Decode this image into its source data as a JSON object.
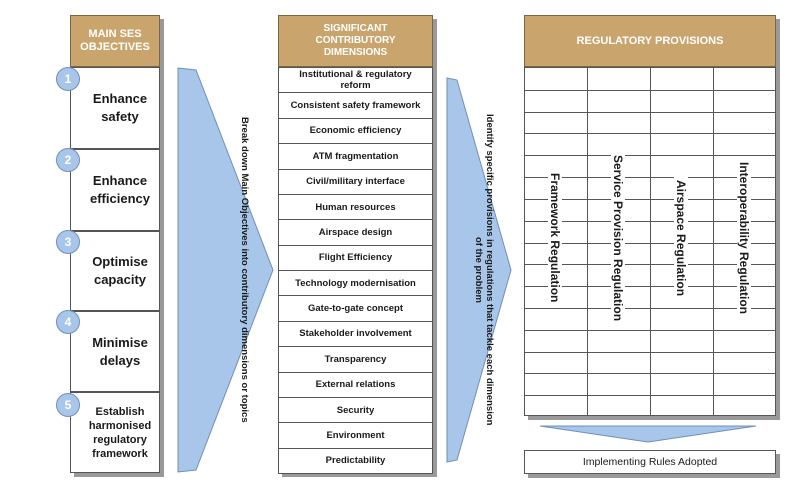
{
  "objectives": {
    "title": "MAIN SES OBJECTIVES",
    "items": [
      {
        "num": "1",
        "label": "Enhance safety"
      },
      {
        "num": "2",
        "label": "Enhance efficiency"
      },
      {
        "num": "3",
        "label": "Optimise capacity"
      },
      {
        "num": "4",
        "label": "Minimise delays"
      },
      {
        "num": "5",
        "label": "Establish harmonised regulatory framework"
      }
    ]
  },
  "arrow1": {
    "text": "Break down Main Objectives into contributory dimensions or topics"
  },
  "dimensions": {
    "title": "SIGNIFICANT CONTRIBUTORY DIMENSIONS",
    "items": [
      "Institutional & regulatory reform",
      "Consistent safety framework",
      "Economic efficiency",
      "ATM fragmentation",
      "Civil/military interface",
      "Human resources",
      "Airspace design",
      "Flight Efficiency",
      "Technology modernisation",
      "Gate-to-gate concept",
      "Stakeholder involvement",
      "Transparency",
      "External relations",
      "Security",
      "Environment",
      "Predictability"
    ]
  },
  "arrow2": {
    "text": "Identify specific provisions in regulations that tackle each dimension of the problem"
  },
  "provisions": {
    "title": "REGULATORY PROVISIONS",
    "columns": [
      "Framework Regulation",
      "Service Provision Regulation",
      "Airspace Regulation",
      "Interoperability Regulation"
    ]
  },
  "implementing": {
    "label": "Implementing Rules Adopted"
  },
  "colors": {
    "header_fill": "#c9a46d",
    "arrow_fill": "#a8c6ea",
    "number_circle": "#a8c6ea"
  }
}
